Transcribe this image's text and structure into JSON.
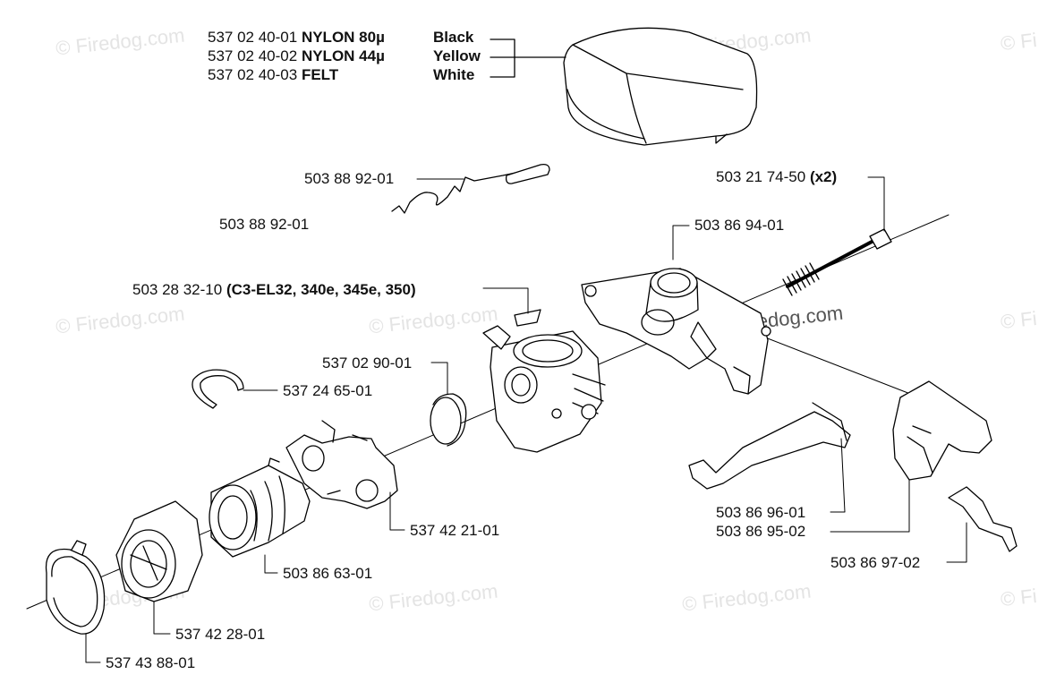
{
  "watermark": "© Firedog.com",
  "watermark_partial": "© Fi",
  "watermark_center": "Firedog.com",
  "filter_options": {
    "row1": {
      "part": "537 02 40-01",
      "material": "NYLON 80µ",
      "color": "Black"
    },
    "row2": {
      "part": "537 02 40-02",
      "material": "NYLON 44µ",
      "color": "Yellow"
    },
    "row3": {
      "part": "537 02 40-03",
      "material": "FELT",
      "color": "White"
    }
  },
  "labels": {
    "rod_a": "503 88 92-01",
    "rod_b": "503 88 92-01",
    "bolt": "503 21 74-50",
    "bolt_qty": "(x2)",
    "holder": "503 86 94-01",
    "carb": "503 28 32-10",
    "carb_models": "(C3-EL32, 340e, 345e, 350)",
    "ring": "537 02 90-01",
    "circlip": "537 24 65-01",
    "flange": "537 42 21-01",
    "boot": "503 86 63-01",
    "link1": "503 86 96-01",
    "link2": "503 86 95-02",
    "spring": "503 86 97-02",
    "inlet": "537 42 28-01",
    "clamp": "537 43 88-01"
  }
}
